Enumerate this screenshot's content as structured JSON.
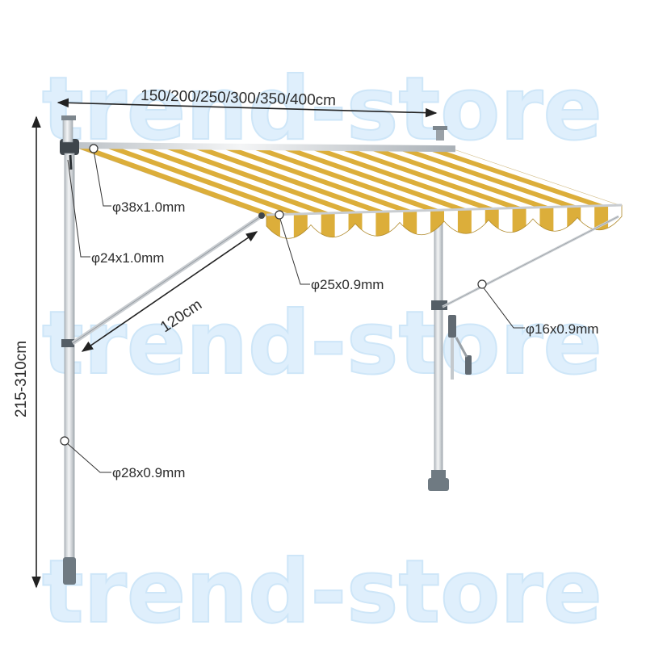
{
  "dimensions": {
    "width_label": "150/200/250/300/350/400cm",
    "height_label": "215-310cm",
    "arm_label": "120cm"
  },
  "specs": {
    "front_bar": "φ38x1.0mm",
    "wall_bar": "φ24x1.0mm",
    "lead_bar": "φ25x0.9mm",
    "support_arm": "φ16x0.9mm",
    "pole": "φ28x0.9mm"
  },
  "watermark": {
    "text": "trend-store"
  },
  "colors": {
    "stripe_yellow": "#dcae3a",
    "stripe_white": "#ffffff",
    "pole_metal": "#dcdfe2",
    "pole_edge": "#9aa1a7",
    "foot_grey": "#6f7a82",
    "watermark": "#cfe8fb"
  }
}
